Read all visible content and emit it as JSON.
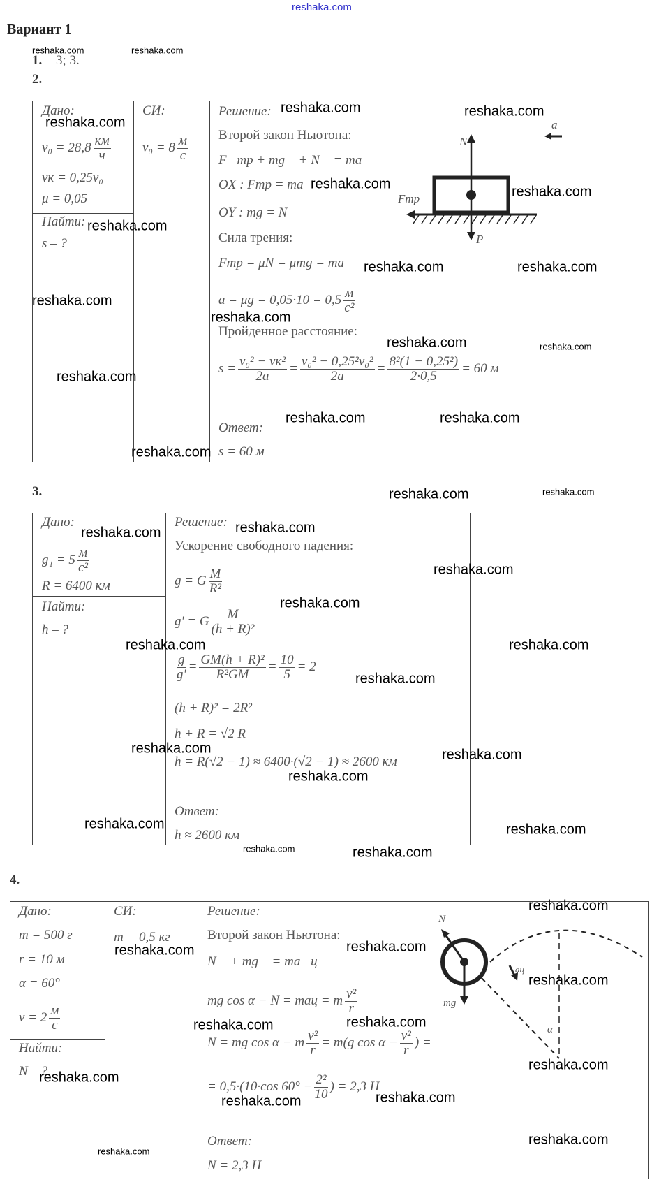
{
  "site_link": "reshaka.com",
  "watermark": "reshaka.com",
  "title": "Вариант 1",
  "p1": {
    "num": "1.",
    "answer": "3; 3."
  },
  "p2": {
    "num": "2.",
    "dano": "Дано:",
    "v0": "v₀ = 28,8",
    "v0_unit_num": "км",
    "v0_unit_den": "ч",
    "vk": "vк = 0,25v₀",
    "mu": "μ = 0,05",
    "najti": "Найти:",
    "find": "s – ?",
    "si": "СИ:",
    "si_v0": "v₀ = 8",
    "si_unit_num": "м",
    "si_unit_den": "с",
    "reshenie": "Решение:",
    "law": "Второй закон Ньютона:",
    "eq1": "F⃗тр + mg⃗ + N⃗ = ma⃗",
    "eq2": "OX : Fтр = ma",
    "eq3": "OY : mg = N",
    "friction": "Сила трения:",
    "eq4": "Fтр = μN = μmg = ma",
    "eq5": "a = μg = 0,05·10 = 0,5",
    "eq5_num": "м",
    "eq5_den": "с²",
    "dist": "Пройденное расстояние:",
    "s_lhs": "s =",
    "f1n": "v₀² − vк²",
    "f1d": "2a",
    "f2n": "v₀² − 0,25²v₀²",
    "f2d": "2a",
    "f3n": "8²(1 − 0,25²)",
    "f3d": "2·0,5",
    "s_res": "= 60 м",
    "otvet": "Ответ:",
    "answer": "s = 60 м",
    "labels": {
      "N": "N",
      "P": "P",
      "F": "Fтр",
      "a": "a"
    }
  },
  "p3": {
    "num": "3.",
    "dano": "Дано:",
    "g1": "g₁ = 5",
    "g1_num": "м",
    "g1_den": "с²",
    "R": "R = 6400 км",
    "najti": "Найти:",
    "find": "h – ?",
    "reshenie": "Решение:",
    "title": "Ускорение свободного падения:",
    "e1": "g = G",
    "e1n": "M",
    "e1d": "R²",
    "e2": "g' = G",
    "e2n": "M",
    "e2d": "(h + R)²",
    "e3n0": "g",
    "e3d0": "g'",
    "e3n": "GM(h + R)²",
    "e3d": "R²GM",
    "e3n2": "10",
    "e3d2": "5",
    "e3r": "= 2",
    "e4": "(h + R)² = 2R²",
    "e5": "h + R = √2 R",
    "e6": "h = R(√2 − 1) ≈ 6400·(√2 − 1) ≈ 2600 км",
    "otvet": "Ответ:",
    "answer": "h ≈ 2600 км"
  },
  "p4": {
    "num": "4.",
    "dano": "Дано:",
    "m": "m = 500 г",
    "r": "r = 10 м",
    "alpha": "α = 60°",
    "v": "v = 2",
    "v_num": "м",
    "v_den": "с",
    "najti": "Найти:",
    "find": "N – ?",
    "si": "СИ:",
    "si_m": "m = 0,5 кг",
    "reshenie": "Решение:",
    "law": "Второй закон Ньютона:",
    "e1": "N⃗ + mg⃗ = ma⃗ц",
    "e2": "mg cos α − N = maц = m",
    "e2n": "v²",
    "e2d": "r",
    "e3a": "N = mg cos α − m",
    "e3n": "v²",
    "e3d": "r",
    "e3b": "= m(g cos α −",
    "e3n2": "v²",
    "e3d2": "r",
    "e3c": ") =",
    "e4a": "= 0,5·(10·cos 60° −",
    "e4n": "2²",
    "e4d": "10",
    "e4b": ") = 2,3 Н",
    "otvet": "Ответ:",
    "answer": "N = 2,3 Н",
    "labels": {
      "N": "N",
      "mg": "mg",
      "a": "aц",
      "alpha": "α"
    }
  }
}
